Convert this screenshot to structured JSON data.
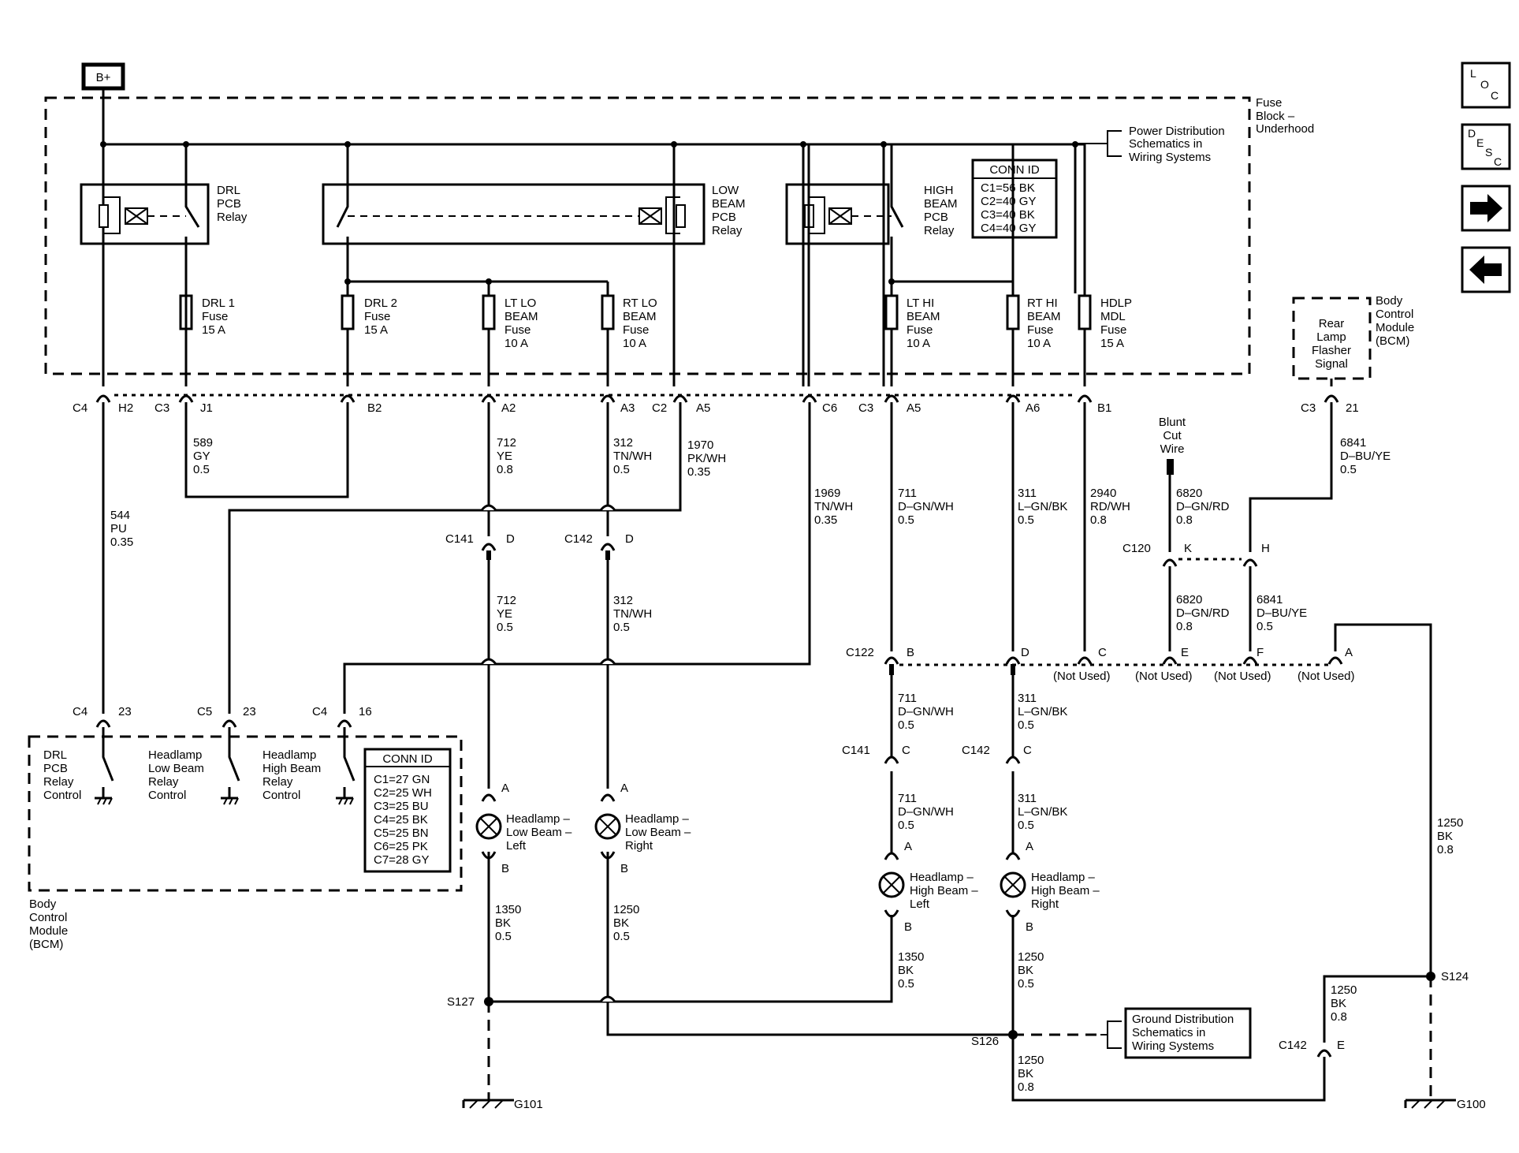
{
  "fuse_block": {
    "label": [
      "Fuse",
      "Block –",
      "Underhood"
    ],
    "bplus": "B+",
    "power_ref": [
      "Power Distribution",
      "Schematics in",
      "Wiring Systems"
    ],
    "conn_id_title": "CONN ID",
    "conn_id": [
      "C1=56 BK",
      "C2=40 GY",
      "C3=40 BK",
      "C4=40 GY"
    ]
  },
  "relays": {
    "drl": [
      "DRL",
      "PCB",
      "Relay"
    ],
    "low": [
      "LOW",
      "BEAM",
      "PCB",
      "Relay"
    ],
    "high": [
      "HIGH",
      "BEAM",
      "PCB",
      "Relay"
    ]
  },
  "fuses": [
    [
      "DRL 1",
      "Fuse",
      "15 A"
    ],
    [
      "DRL 2",
      "Fuse",
      "15 A"
    ],
    [
      "LT LO",
      "BEAM",
      "Fuse",
      "10 A"
    ],
    [
      "RT LO",
      "BEAM",
      "Fuse",
      "10 A"
    ],
    [
      "LT HI",
      "BEAM",
      "Fuse",
      "10 A"
    ],
    [
      "RT HI",
      "BEAM",
      "Fuse",
      "10 A"
    ],
    [
      "HDLP",
      "MDL",
      "Fuse",
      "15 A"
    ]
  ],
  "fb_pins": [
    {
      "conn": "C4",
      "pin": "H2"
    },
    {
      "conn": "C3",
      "pin": "J1"
    },
    {
      "conn": "",
      "pin": "B2"
    },
    {
      "conn": "",
      "pin": "A2"
    },
    {
      "conn": "",
      "pin": "A3"
    },
    {
      "conn": "C2",
      "pin": "A5"
    },
    {
      "conn": "",
      "pin": "C6"
    },
    {
      "conn": "C3",
      "pin": "A5"
    },
    {
      "conn": "",
      "pin": "A6"
    },
    {
      "conn": "",
      "pin": "B1"
    }
  ],
  "bcm_right": {
    "label": [
      "Body",
      "Control",
      "Module",
      "(BCM)"
    ],
    "inside": [
      "Rear",
      "Lamp",
      "Flasher",
      "Signal"
    ],
    "conn": "C3",
    "pin": "21"
  },
  "blunt": [
    "Blunt",
    "Cut",
    "Wire"
  ],
  "wires": [
    [
      "589",
      "GY",
      "0.5"
    ],
    [
      "712",
      "YE",
      "0.8"
    ],
    [
      "312",
      "TN/WH",
      "0.5"
    ],
    [
      "1970",
      "PK/WH",
      "0.35"
    ],
    [
      "544",
      "PU",
      "0.35"
    ],
    [
      "1969",
      "TN/WH",
      "0.35"
    ],
    [
      "711",
      "D–GN/WH",
      "0.5"
    ],
    [
      "311",
      "L–GN/BK",
      "0.5"
    ],
    [
      "2940",
      "RD/WH",
      "0.8"
    ],
    [
      "6820",
      "D–GN/RD",
      "0.8"
    ],
    [
      "6841",
      "D–BU/YE",
      "0.5"
    ],
    [
      "6820",
      "D–GN/RD",
      "0.8"
    ],
    [
      "6841",
      "D–BU/YE",
      "0.5"
    ],
    [
      "712",
      "YE",
      "0.5"
    ],
    [
      "312",
      "TN/WH",
      "0.5"
    ],
    [
      "711",
      "D–GN/WH",
      "0.5"
    ],
    [
      "311",
      "L–GN/BK",
      "0.5"
    ],
    [
      "711",
      "D–GN/WH",
      "0.5"
    ],
    [
      "311",
      "L–GN/BK",
      "0.5"
    ],
    [
      "1350",
      "BK",
      "0.5"
    ],
    [
      "1250",
      "BK",
      "0.5"
    ],
    [
      "1350",
      "BK",
      "0.5"
    ],
    [
      "1250",
      "BK",
      "0.5"
    ],
    [
      "1250",
      "BK",
      "0.8"
    ],
    [
      "1250",
      "BK",
      "0.8"
    ],
    [
      "1250",
      "BK",
      "0.8"
    ]
  ],
  "inline_connectors": {
    "c141_top": {
      "conn": "C141",
      "pin": "D"
    },
    "c142_top": {
      "conn": "C142",
      "pin": "D"
    },
    "c120": {
      "conn": "C120",
      "pin_k": "K",
      "pin_h": "H"
    },
    "c122": {
      "conn": "C122",
      "pins": [
        "B",
        "D",
        "C",
        "E",
        "F",
        "A"
      ]
    },
    "not_used": "(Not Used)",
    "c141_mid": {
      "conn": "C141",
      "pin": "C"
    },
    "c142_mid": {
      "conn": "C142",
      "pin": "C"
    },
    "c142_low": {
      "conn": "C142",
      "pin": "E"
    }
  },
  "bcm_left": {
    "pins": [
      {
        "conn": "C4",
        "pin": "23"
      },
      {
        "conn": "C5",
        "pin": "23"
      },
      {
        "conn": "C4",
        "pin": "16"
      }
    ],
    "controls": [
      [
        "DRL",
        "PCB",
        "Relay",
        "Control"
      ],
      [
        "Headlamp",
        "Low Beam",
        "Relay",
        "Control"
      ],
      [
        "Headlamp",
        "High Beam",
        "Relay",
        "Control"
      ]
    ],
    "conn_id_title": "CONN ID",
    "conn_id": [
      "C1=27 GN",
      "C2=25 WH",
      "C3=25 BU",
      "C4=25 BK",
      "C5=25 BN",
      "C6=25 PK",
      "C7=28 GY"
    ],
    "label": [
      "Body",
      "Control",
      "Module",
      "(BCM)"
    ]
  },
  "lamps": [
    {
      "name": [
        "Headlamp –",
        "Low Beam –",
        "Left"
      ],
      "pin_a": "A",
      "pin_b": "B"
    },
    {
      "name": [
        "Headlamp –",
        "Low Beam –",
        "Right"
      ],
      "pin_a": "A",
      "pin_b": "B"
    },
    {
      "name": [
        "Headlamp –",
        "High Beam –",
        "Left"
      ],
      "pin_a": "A",
      "pin_b": "B"
    },
    {
      "name": [
        "Headlamp –",
        "High Beam –",
        "Right"
      ],
      "pin_a": "A",
      "pin_b": "B"
    }
  ],
  "splices": {
    "s127": "S127",
    "s126": "S126",
    "s124": "S124"
  },
  "grounds": {
    "g101": "G101",
    "g100": "G100"
  },
  "ground_ref": [
    "Ground Distribution",
    "Schematics in",
    "Wiring Systems"
  ],
  "nav": {
    "loc": [
      "L",
      "O",
      "C"
    ],
    "desc": [
      "D",
      "E",
      "S",
      "C"
    ],
    "next": "→",
    "prev": "←"
  }
}
